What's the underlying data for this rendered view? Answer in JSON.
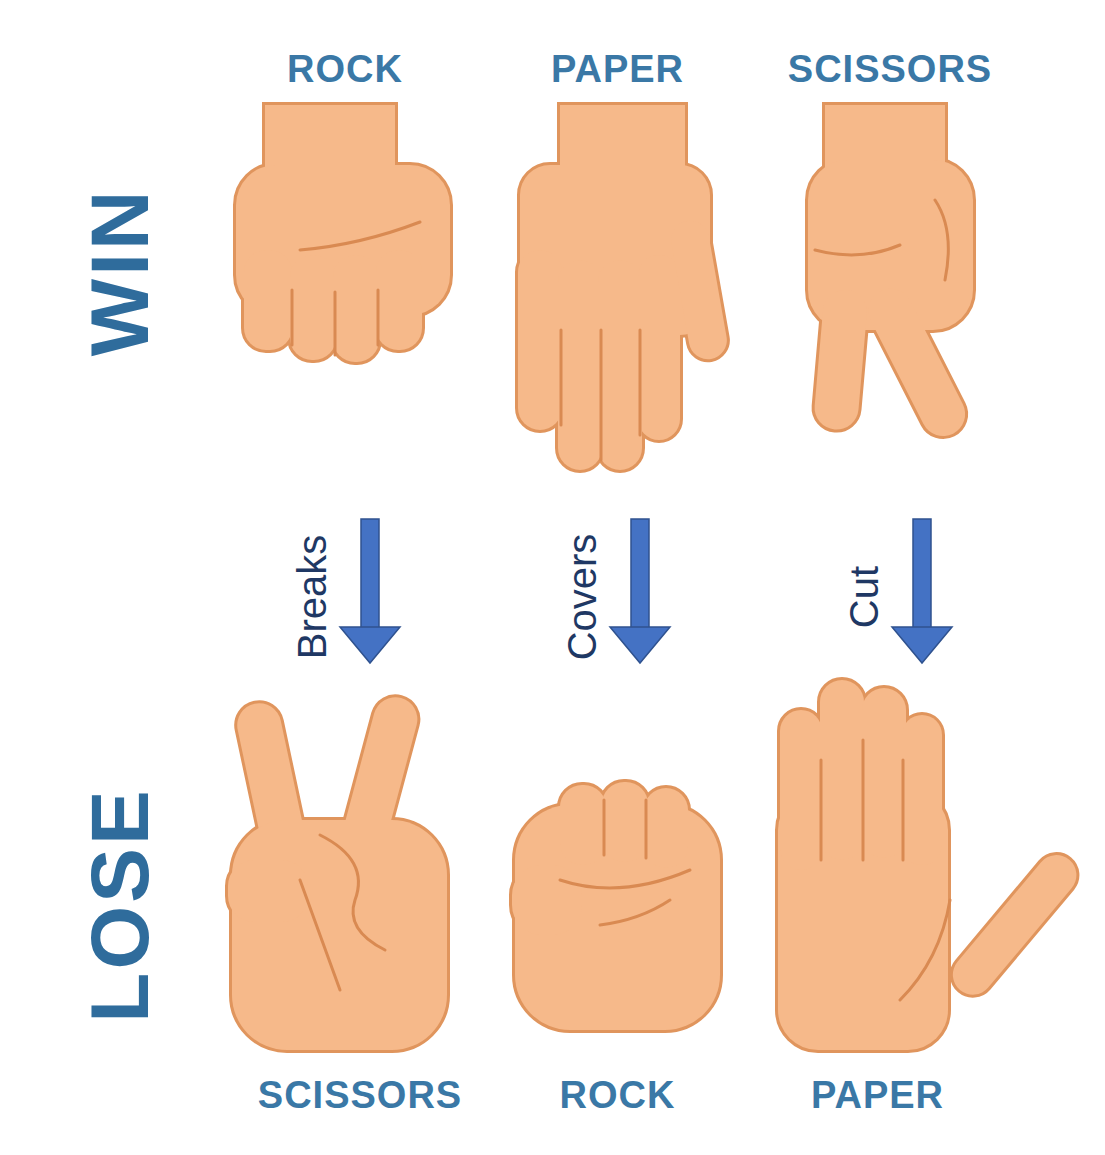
{
  "diagram": {
    "nodes": [
      {
        "text": [
          "ROCK"
        ]
      },
      {
        "text": [
          "PAPER"
        ]
      },
      {
        "text": [
          "SCISSORS"
        ]
      },
      {
        "text": [
          "SCISSORS"
        ]
      },
      {
        "text": [
          "ROCK"
        ]
      },
      {
        "text": [
          "PAPER"
        ]
      }
    ],
    "edges": [
      {
        "from": 0,
        "to": 3,
        "label": "Breaks",
        "arrow": "to"
      },
      {
        "from": 1,
        "to": 4,
        "label": "Covers",
        "arrow": "to"
      },
      {
        "from": 2,
        "to": 5,
        "label": "Cut",
        "arrow": "to"
      }
    ],
    "labels": [
      "WIN",
      "LOSE"
    ]
  }
}
